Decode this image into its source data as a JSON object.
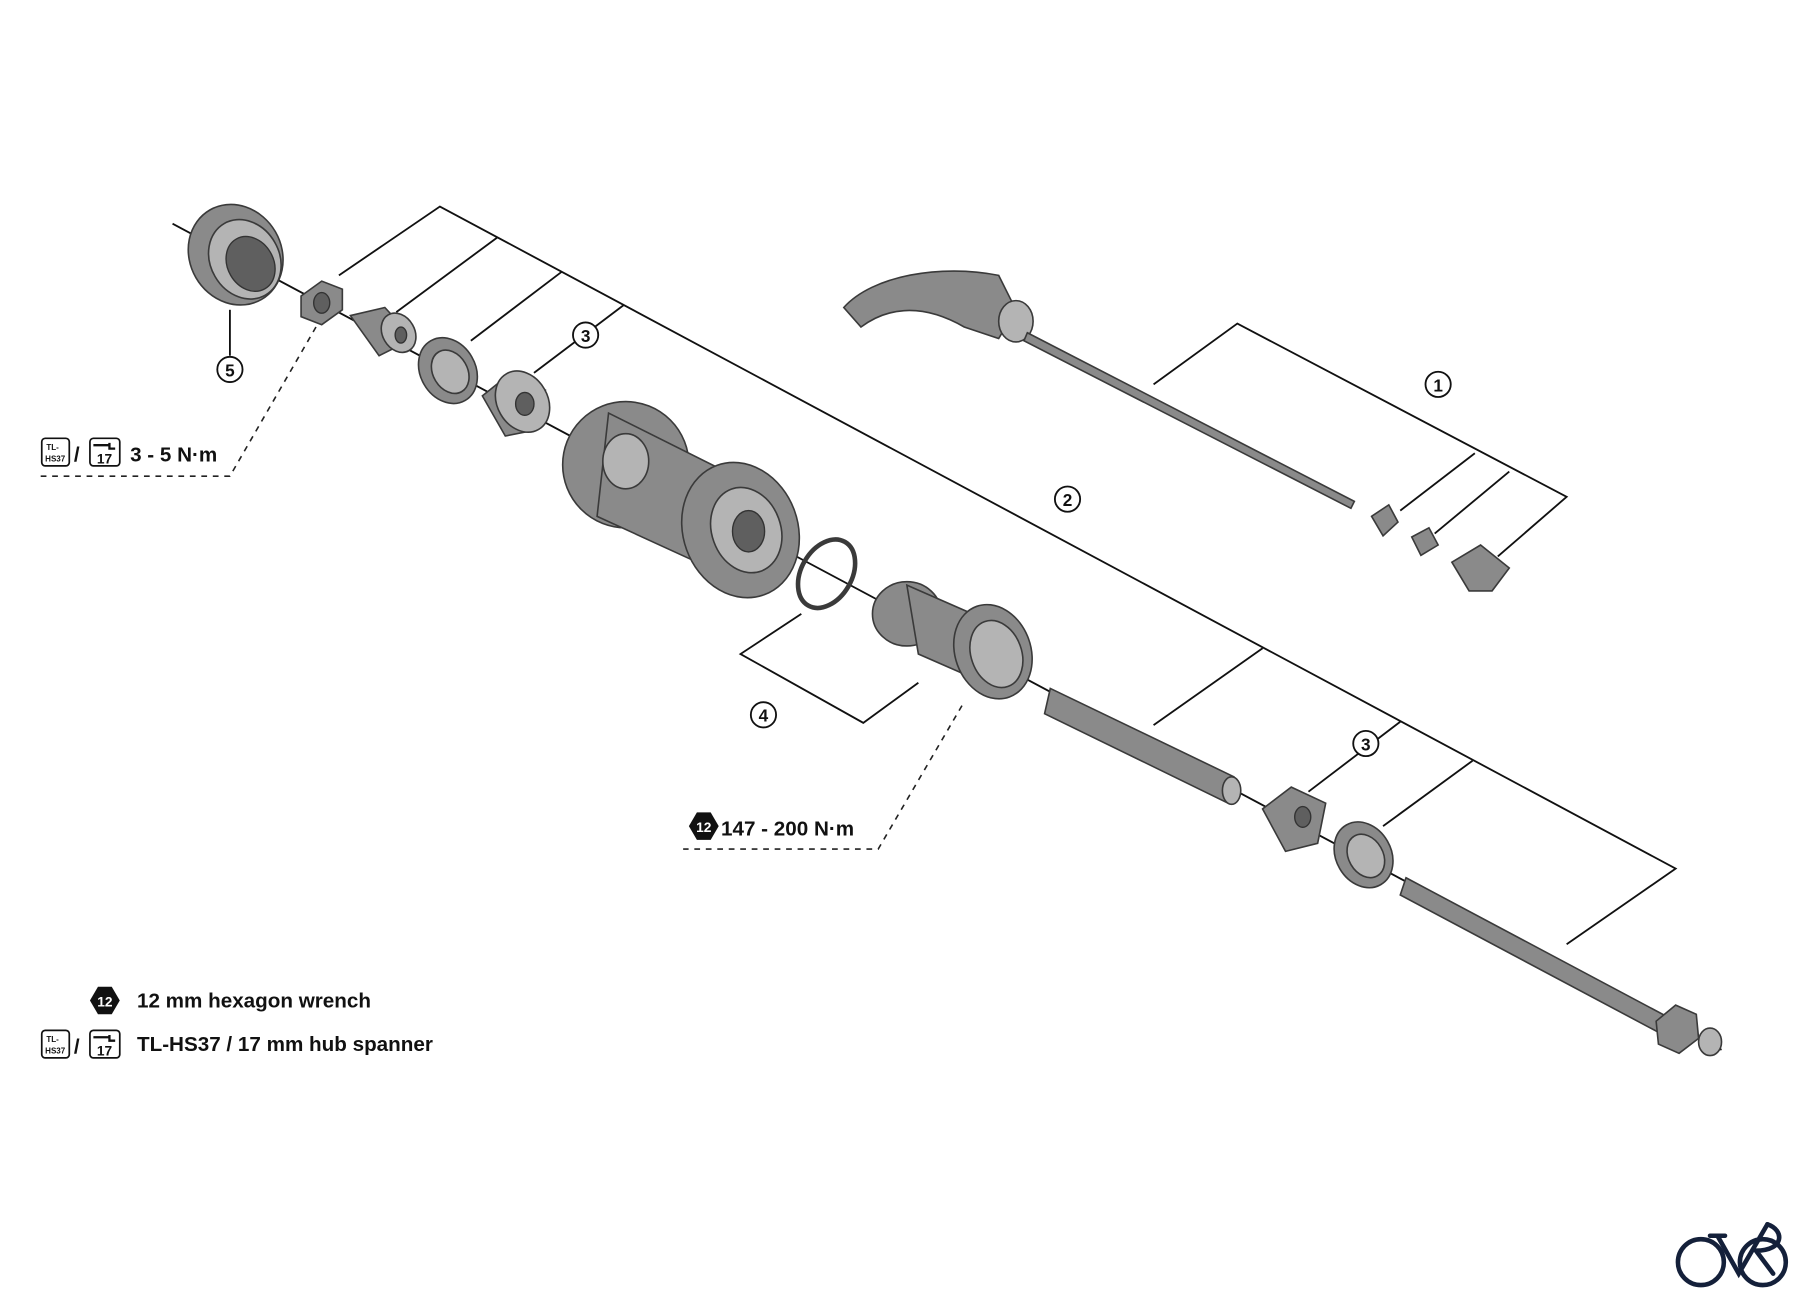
{
  "callouts": {
    "c1": "1",
    "c2": "2",
    "c3a": "3",
    "c3b": "3",
    "c4": "4",
    "c5": "5"
  },
  "torque": {
    "locknut": "3 - 5 N·m",
    "freehub": "147 - 200 N·m"
  },
  "tools": {
    "hex_icon": "12",
    "tlhs_icon_line1": "TL-",
    "tlhs_icon_line2": "HS37",
    "spanner_icon": "17",
    "slash": "/"
  },
  "legend": [
    {
      "icon": "hexagon-wrench-icon",
      "text": "12 mm hexagon wrench"
    },
    {
      "icon": "hub-spanner-icon",
      "text": "TL-HS37 / 17 mm hub spanner"
    }
  ],
  "colors": {
    "logo": "#14203a",
    "part": "#8a8a8a"
  }
}
